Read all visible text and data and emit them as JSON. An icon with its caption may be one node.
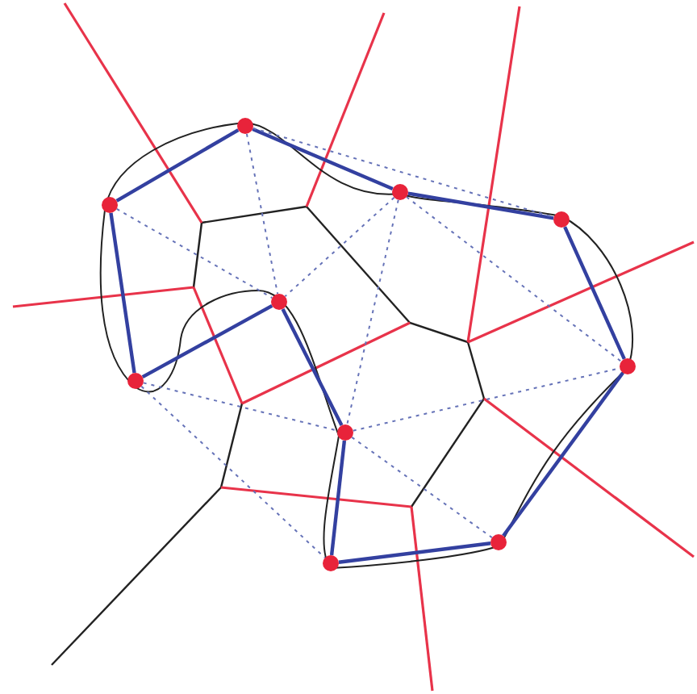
{
  "diagram": {
    "nodes": [
      {
        "text": [],
        "shape": "circle"
      },
      {
        "text": [],
        "shape": "circle"
      },
      {
        "text": [],
        "shape": "circle"
      },
      {
        "text": [],
        "shape": "circle"
      },
      {
        "text": [],
        "shape": "circle"
      },
      {
        "text": [],
        "shape": "circle"
      },
      {
        "text": [],
        "shape": "circle"
      },
      {
        "text": [],
        "shape": "circle"
      },
      {
        "text": [],
        "shape": "circle"
      },
      {
        "text": [],
        "shape": "circle"
      }
    ],
    "edges": [
      {
        "from": 1,
        "to": 0,
        "arrow": "none"
      },
      {
        "from": 0,
        "to": 2,
        "arrow": "none"
      },
      {
        "from": 2,
        "to": 3,
        "arrow": "none"
      },
      {
        "from": 3,
        "to": 6,
        "arrow": "none"
      },
      {
        "from": 6,
        "to": 9,
        "arrow": "none"
      },
      {
        "from": 9,
        "to": 8,
        "arrow": "none"
      },
      {
        "from": 8,
        "to": 7,
        "arrow": "none"
      },
      {
        "from": 7,
        "to": 4,
        "arrow": "none"
      },
      {
        "from": 4,
        "to": 5,
        "arrow": "none"
      },
      {
        "from": 5,
        "to": 1,
        "arrow": "none"
      },
      {
        "from": 0,
        "to": 3,
        "arrow": "none",
        "style": "dashed"
      },
      {
        "from": 1,
        "to": 4,
        "arrow": "none",
        "style": "dashed"
      },
      {
        "from": 0,
        "to": 4,
        "arrow": "none",
        "style": "dashed"
      },
      {
        "from": 2,
        "to": 4,
        "arrow": "none",
        "style": "dashed"
      },
      {
        "from": 2,
        "to": 7,
        "arrow": "none",
        "style": "dashed"
      },
      {
        "from": 2,
        "to": 6,
        "arrow": "none",
        "style": "dashed"
      },
      {
        "from": 7,
        "to": 6,
        "arrow": "none",
        "style": "dashed"
      },
      {
        "from": 5,
        "to": 7,
        "arrow": "none",
        "style": "dashed"
      },
      {
        "from": 5,
        "to": 8,
        "arrow": "none",
        "style": "dashed"
      },
      {
        "from": 7,
        "to": 9,
        "arrow": "none",
        "style": "dashed"
      }
    ]
  }
}
